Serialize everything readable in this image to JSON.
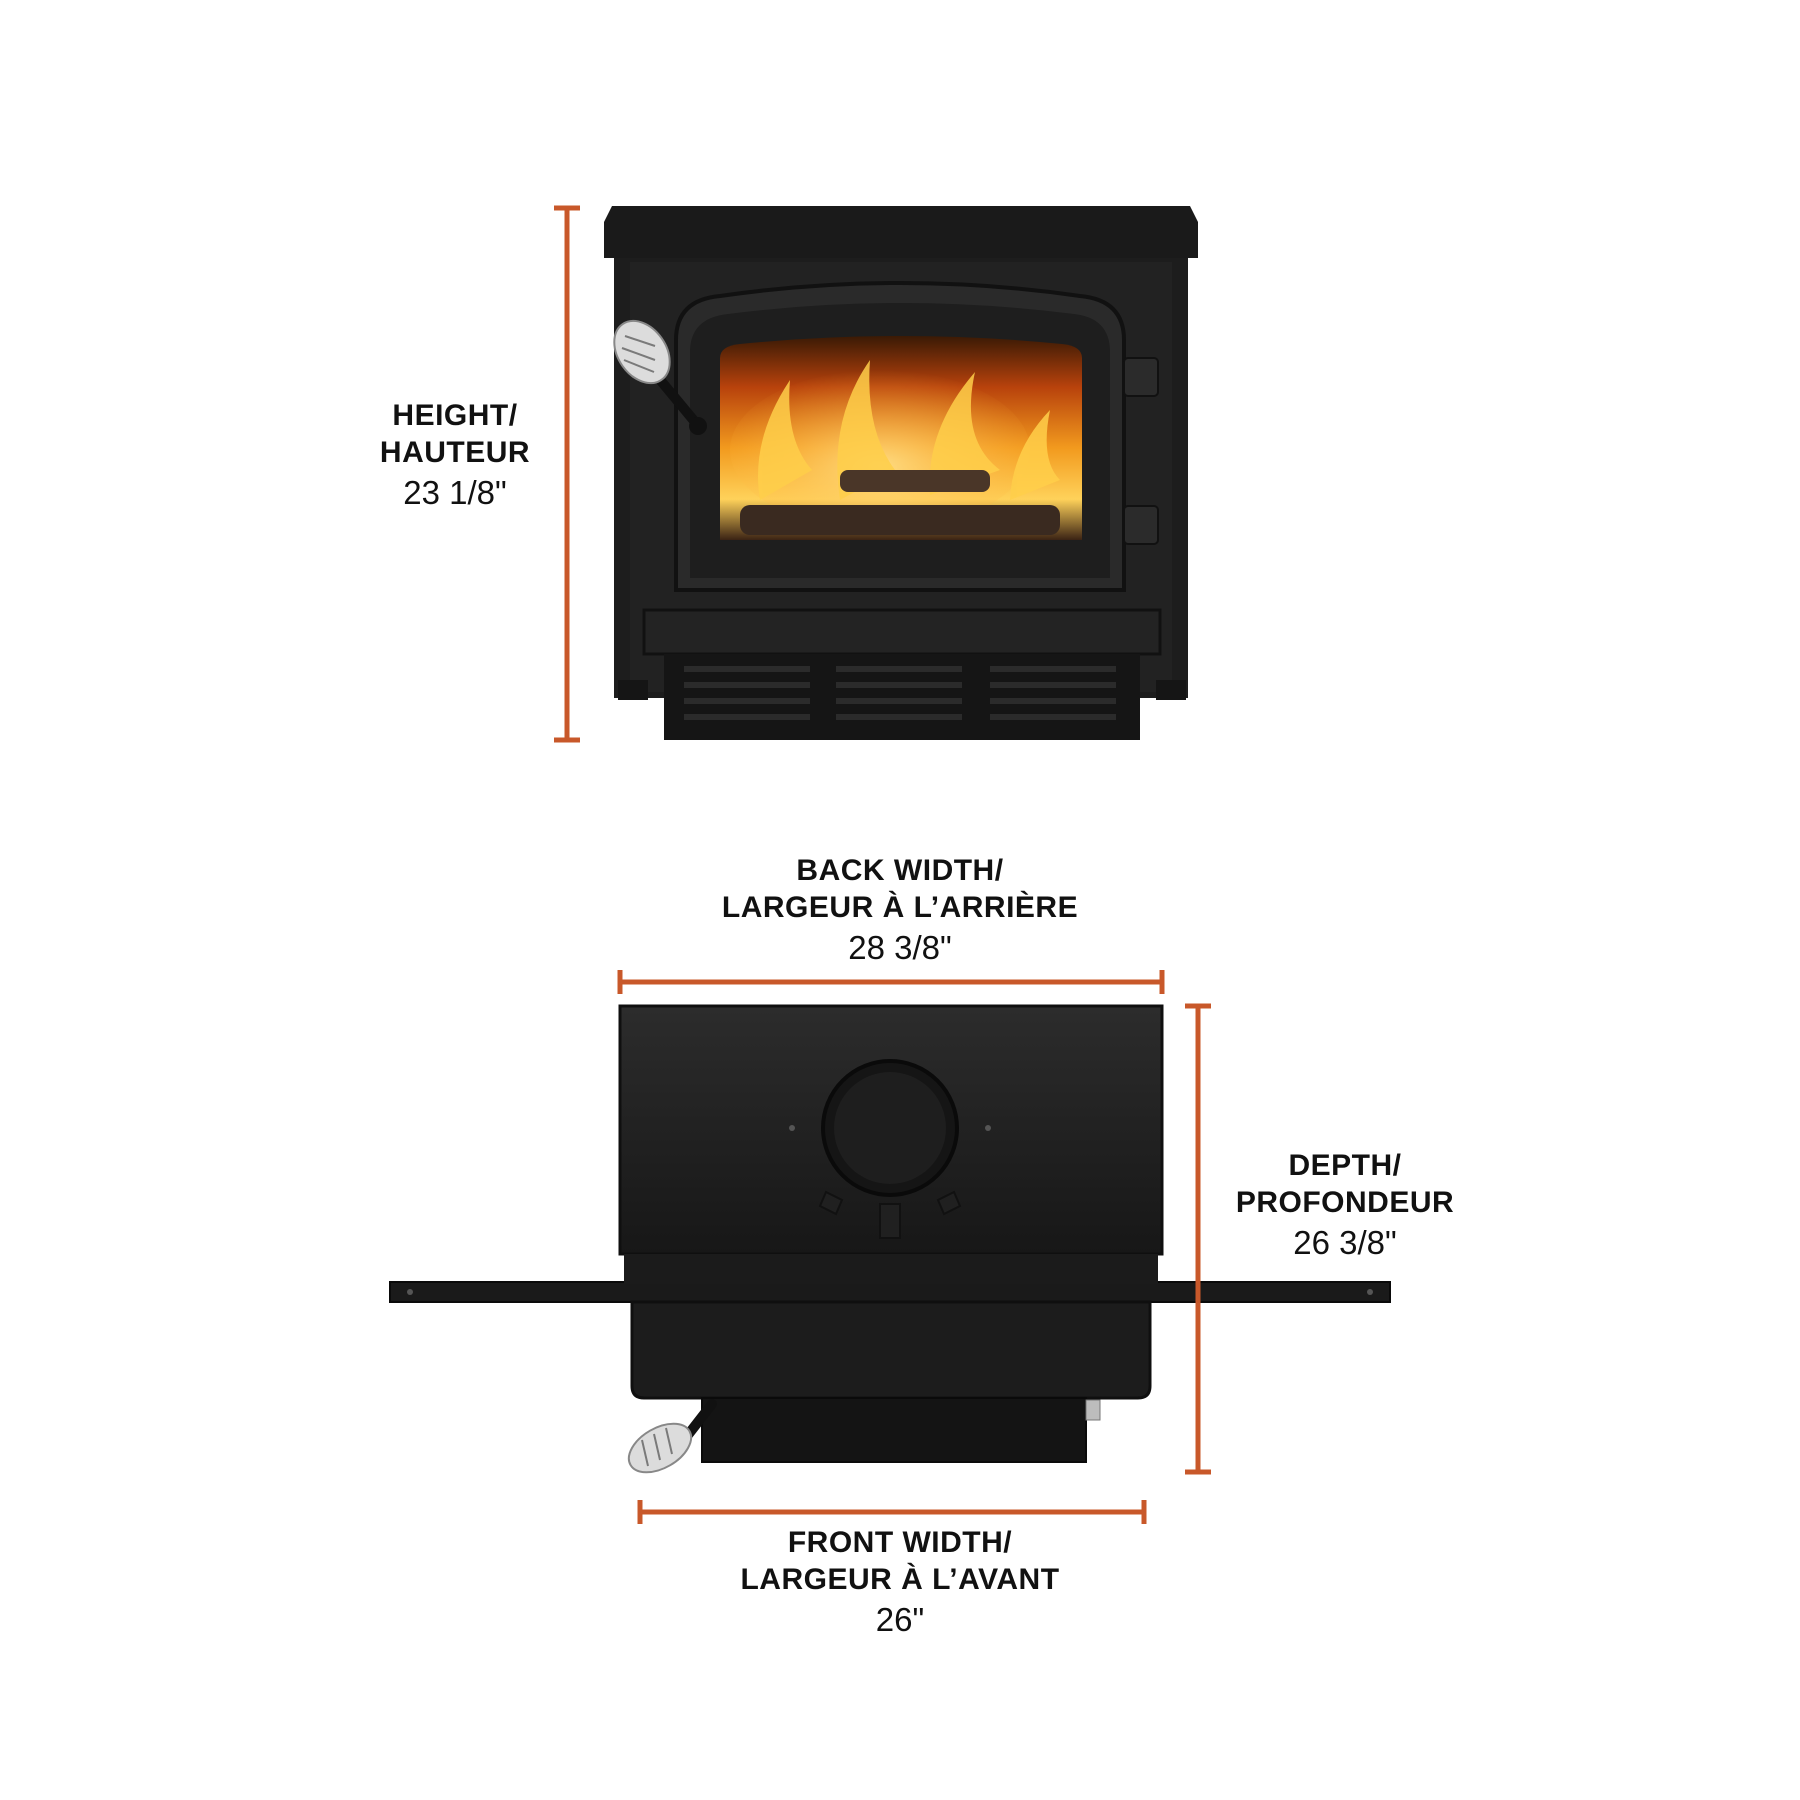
{
  "accent_color": "#c8582a",
  "stove_color": "#1b1b1b",
  "dimensions": {
    "height": {
      "line1": "HEIGHT/",
      "line2": "HAUTEUR",
      "value": "23 1/8\""
    },
    "back_width": {
      "line1": "BACK WIDTH/",
      "line2": "LARGEUR À L’ARRIÈRE",
      "value": "28 3/8\""
    },
    "depth": {
      "line1": "DEPTH/",
      "line2": "PROFONDEUR",
      "value": "26 3/8\""
    },
    "front_width": {
      "line1": "FRONT WIDTH/",
      "line2": "LARGEUR À L’AVANT",
      "value": "26\""
    }
  },
  "icons": {
    "front_view": "wood-stove-front-icon",
    "top_view": "wood-stove-top-icon"
  }
}
